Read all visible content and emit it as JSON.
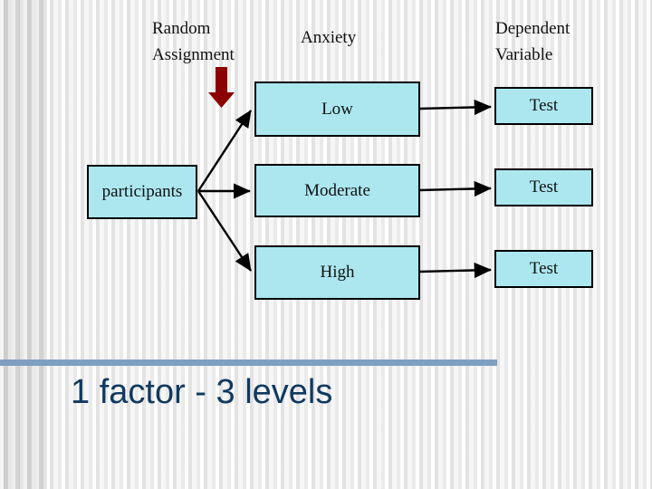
{
  "slide": {
    "title": "1 factor - 3 levels",
    "accent_color": "#10395f",
    "divider_color": "#7f9fc0",
    "box_fill_color": "#ace7f0",
    "arrow_color": "#8b0000"
  },
  "column_headers": {
    "random_assignment": "Random\nAssignment",
    "anxiety": "Anxiety",
    "dependent_variable": "Dependent\nVariable"
  },
  "nodes": {
    "participants": "participants",
    "levels": [
      {
        "label": "Low"
      },
      {
        "label": "Moderate"
      },
      {
        "label": "High"
      }
    ],
    "tests": [
      {
        "label": "Test"
      },
      {
        "label": "Test"
      },
      {
        "label": "Test"
      }
    ]
  },
  "icons": {
    "down_arrow": "down-arrow-icon"
  }
}
